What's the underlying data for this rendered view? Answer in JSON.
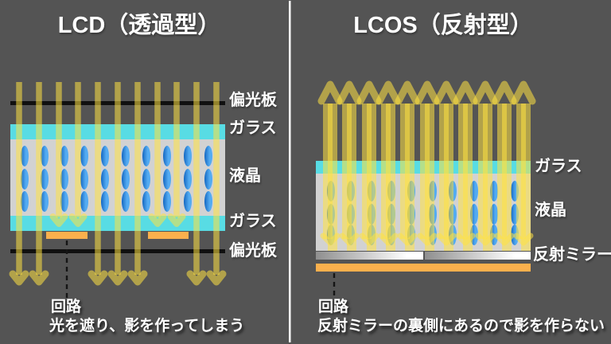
{
  "colors": {
    "background": "#545454",
    "divider": "#ffffff",
    "text": "#ffffff",
    "light_ray": "#ffe141",
    "polarizer": "#101010",
    "glass": "#58dce4",
    "liquid_crystal": "#d2d2d2",
    "molecule_dark": "#1467c2",
    "molecule_light": "#53abf2",
    "circuit": "#fab04d",
    "mirror_dark": "#8f8f8f",
    "mirror_light": "#ffffff",
    "dashed_line": "#151515"
  },
  "left_panel": {
    "title": "LCD（透過型）",
    "labels": {
      "polarizer_top": "偏光板",
      "glass_top": "ガラス",
      "liquid_crystal": "液晶",
      "glass_bottom": "ガラス",
      "polarizer_bottom": "偏光板",
      "circuit": "回路"
    },
    "caption": "光を遮り、影を作ってしまう"
  },
  "right_panel": {
    "title": "LCOS（反射型）",
    "labels": {
      "glass": "ガラス",
      "liquid_crystal": "液晶",
      "mirror": "反射ミラー",
      "circuit": "回路"
    },
    "caption": "反射ミラーの裏側にあるので影を作らない"
  }
}
